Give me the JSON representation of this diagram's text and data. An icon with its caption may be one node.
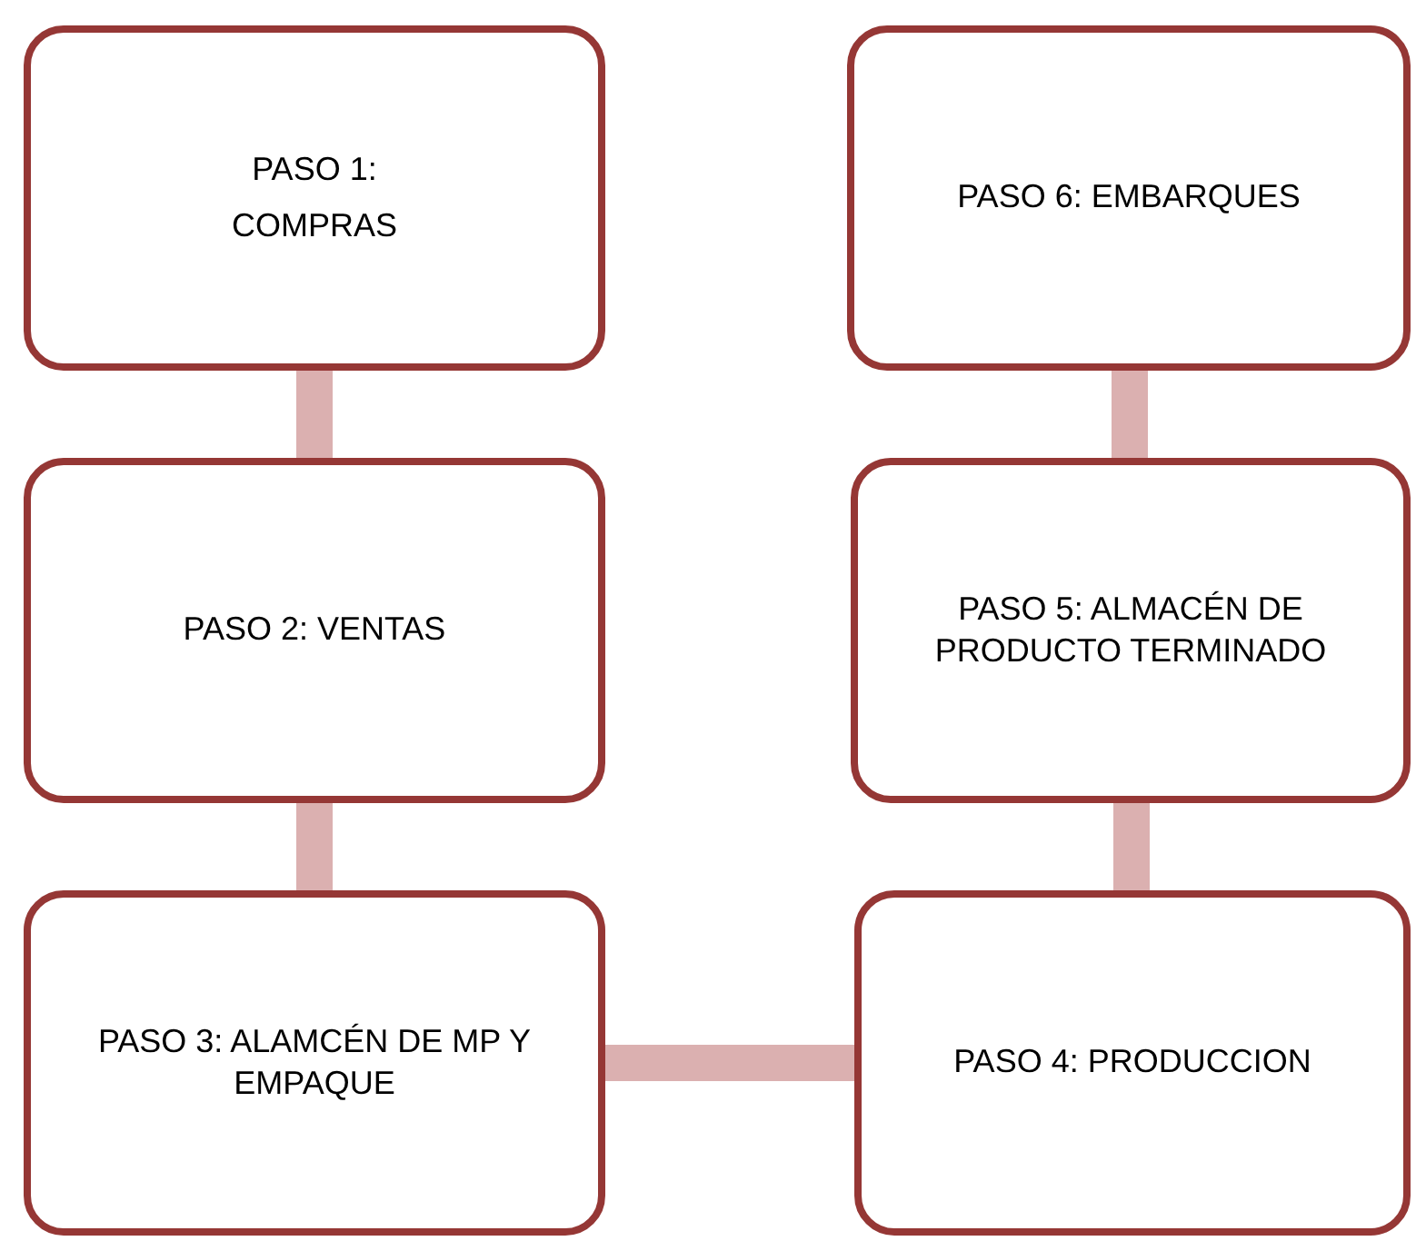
{
  "diagram": {
    "nodes": [
      {
        "text": [
          "PASO 1:",
          "COMPRAS"
        ]
      },
      {
        "text": [
          "PASO 2: VENTAS"
        ]
      },
      {
        "text": [
          "PASO 3: ALAMCÉN DE MP Y EMPAQUE"
        ]
      },
      {
        "text": [
          "PASO 4: PRODUCCION"
        ]
      },
      {
        "text": [
          "PASO 5: ALMACÉN DE PRODUCTO TERMINADO"
        ]
      },
      {
        "text": [
          "PASO 6: EMBARQUES"
        ]
      }
    ],
    "edges": [
      {
        "from": 0,
        "to": 1,
        "arrow": "none"
      },
      {
        "from": 1,
        "to": 2,
        "arrow": "none"
      },
      {
        "from": 2,
        "to": 3,
        "arrow": "none"
      },
      {
        "from": 3,
        "to": 4,
        "arrow": "none"
      },
      {
        "from": 4,
        "to": 5,
        "arrow": "none"
      }
    ]
  }
}
